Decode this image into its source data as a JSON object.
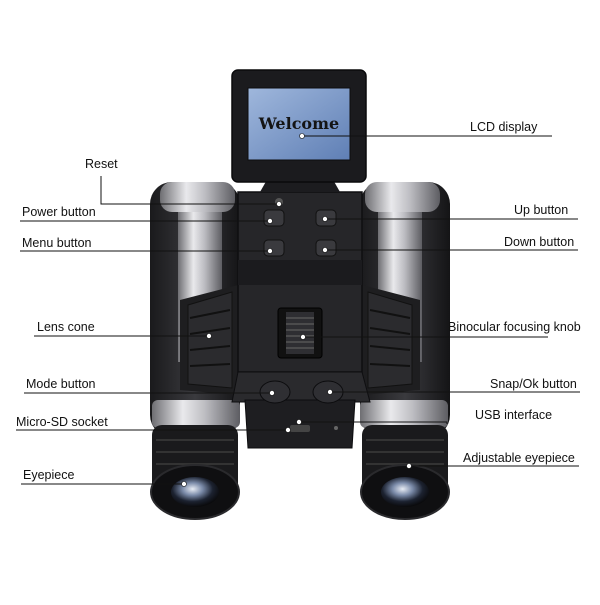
{
  "lcd_screen": {
    "text": "Welcome"
  },
  "callouts": {
    "lcd_display": "LCD display",
    "reset": "Reset",
    "power_button": "Power button",
    "up_button": "Up button",
    "menu_button": "Menu button",
    "down_button": "Down button",
    "lens_cone": "Lens cone",
    "binocular_focusing_knob": "Binocular focusing knob",
    "mode_button": "Mode button",
    "snap_ok_button": "Snap/Ok button",
    "micro_sd_socket": "Micro-SD socket",
    "usb_interface": "USB interface",
    "eyepiece": "Eyepiece",
    "adjustable_eyepiece": "Adjustable eyepiece"
  }
}
